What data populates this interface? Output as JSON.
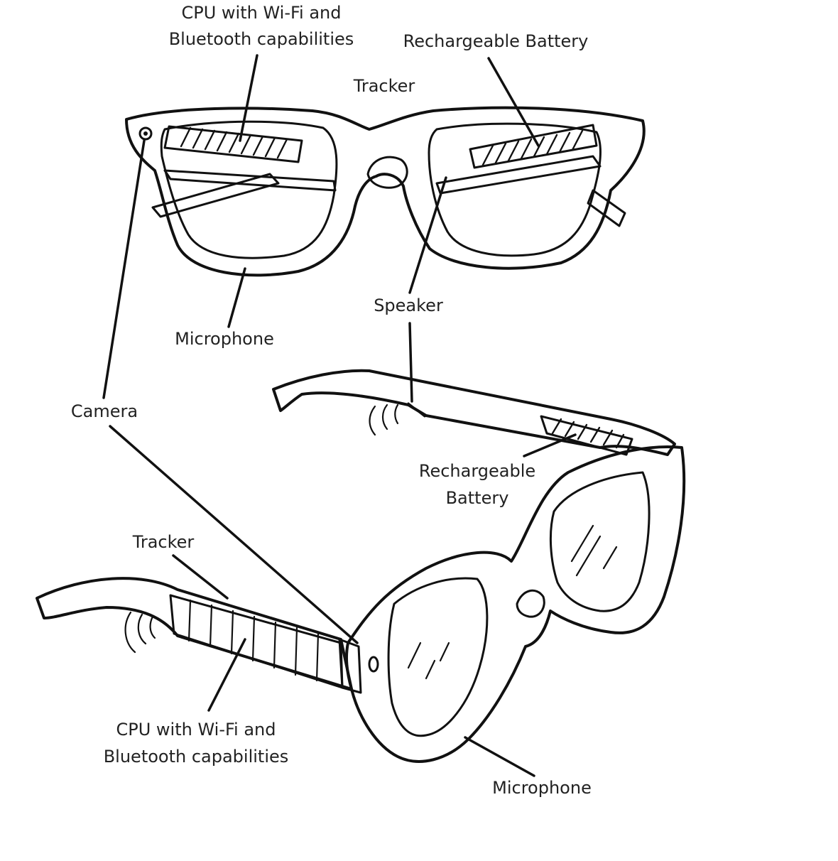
{
  "labels": {
    "top_cpu_line1": "CPU with Wi-Fi and",
    "top_cpu_line2": "Bluetooth capabilities",
    "top_battery": "Rechargeable Battery",
    "top_tracker": "Tracker",
    "top_speaker": "Speaker",
    "top_microphone": "Microphone",
    "camera": "Camera",
    "side_battery_line1": "Rechargeable",
    "side_battery_line2": "Battery",
    "side_tracker": "Tracker",
    "side_cpu_line1": "CPU with Wi-Fi and",
    "side_cpu_line2": "Bluetooth capabilities",
    "side_microphone": "Microphone"
  }
}
